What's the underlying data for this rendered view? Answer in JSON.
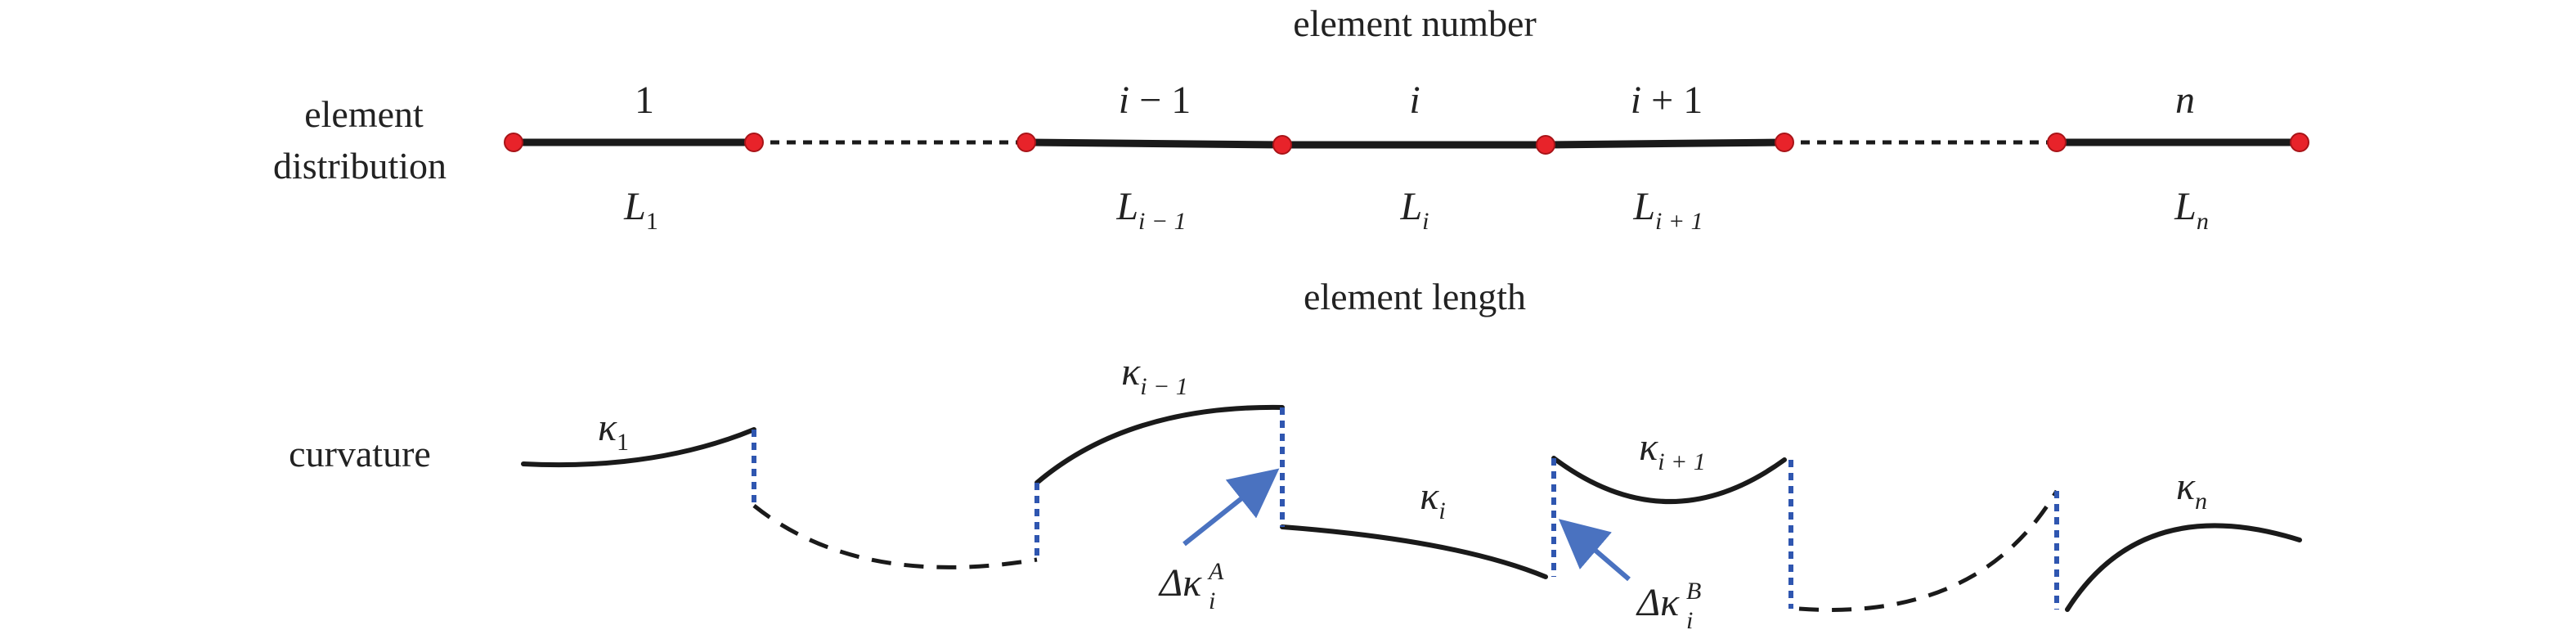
{
  "titles": {
    "element_number": "element number",
    "element_length": "element length"
  },
  "row_labels": {
    "element_line1": "element",
    "element_line2": "distribution",
    "curvature": "curvature"
  },
  "element_numbers": {
    "first": "1",
    "prev_var": "i",
    "prev_op": " − 1",
    "cur": "i",
    "next_var": "i",
    "next_op": " + 1",
    "last": "n"
  },
  "lengths": {
    "symbol": "L",
    "sub_first": "1",
    "sub_prev": "i − 1",
    "sub_cur": "i",
    "sub_next": "i + 1",
    "sub_last": "n"
  },
  "curvatures": {
    "symbol": "κ",
    "sub_first": "1",
    "sub_prev": "i − 1",
    "sub_cur": "i",
    "sub_next": "i + 1",
    "sub_last": "n"
  },
  "jumps": {
    "delta": "Δκ",
    "sub": "i",
    "sup_a": "A",
    "sup_b": "B"
  },
  "colors": {
    "line": "#1a1a1a",
    "node": "#e8232a",
    "jump": "#2f56b0",
    "arrow": "#4a72c0"
  }
}
